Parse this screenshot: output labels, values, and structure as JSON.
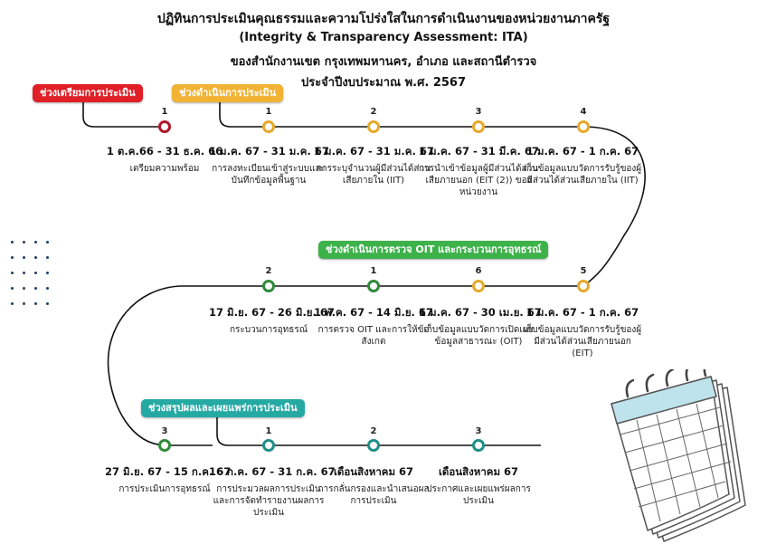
{
  "header": {
    "line1": "ปฏิทินการประเมินคุณธรรมและความโปร่งใสในการดำเนินงานของหน่วยงานภาครัฐ",
    "line2": "(Integrity & Transparency Assessment: ITA)",
    "line3": "ของสำนักงานเขต กรุงเทพมหานคร, อำเภอ และสถานีตำรวจ",
    "line4": "ประจำปีงบประมาณ พ.ศ. 2567"
  },
  "phases": {
    "prep": {
      "label": "ช่วงเตรียมการประเมิน",
      "color": "#e01f26"
    },
    "exec": {
      "label": "ช่วงดำเนินการประเมิน",
      "color": "#f2b233"
    },
    "check": {
      "label": "ช่วงดำเนินการตรวจ OIT และกระบวนการอุทธรณ์",
      "color": "#3db24a"
    },
    "summary": {
      "label": "ช่วงสรุปผลและเผยแพร่การประเมิน",
      "color": "#25a9a3"
    }
  },
  "stages": [
    {
      "num": "1",
      "date": "1 ต.ค.66 - 31 ธ.ค. 66",
      "desc": "เตรียมความพร้อม",
      "phase": "prep"
    },
    {
      "num": "1",
      "date": "1 ม.ค. 67 - 31 ม.ค. 67",
      "desc": "การลงทะเบียนเข้าสู่ระบบและบันทึกข้อมูลพื้นฐาน",
      "phase": "exec"
    },
    {
      "num": "2",
      "date": "1 ม.ค. 67 - 31 ม.ค. 67",
      "desc": "การระบุจำนวนผู้มีส่วนได้ส่วนเสียภายใน (IIT)",
      "phase": "exec"
    },
    {
      "num": "3",
      "date": "1 ม.ค. 67 - 31 มี.ค. 67",
      "desc": "การนำเข้าข้อมูลผู้มีส่วนได้ส่วนเสียภายนอก (EIT (2)) ของหน่วยงาน",
      "phase": "exec"
    },
    {
      "num": "4",
      "date": "1 ม.ค. 67 - 1 ก.ค. 67",
      "desc": "เก็บข้อมูลแบบวัดการรับรู้ของผู้มีส่วนได้ส่วนเสียภายใน (IIT)",
      "phase": "exec"
    },
    {
      "num": "5",
      "date": "1 ม.ค. 67 - 1 ก.ค. 67",
      "desc": "เก็บข้อมูลแบบวัดการรับรู้ของผู้มีส่วนได้ส่วนเสียภายนอก (EIT)",
      "phase": "exec"
    },
    {
      "num": "6",
      "date": "1 ม.ค. 67 - 30 เม.ย. 67",
      "desc": "เก็บข้อมูลแบบวัดการเปิดเผยข้อมูลสาธารณะ (OIT)",
      "phase": "exec"
    },
    {
      "num": "1",
      "date": "1 พ.ค. 67 - 14 มิ.ย. 67",
      "desc": "การตรวจ OIT และการให้ข้อสังเกต",
      "phase": "check"
    },
    {
      "num": "2",
      "date": "17 มิ.ย. 67 - 26 มิ.ย. 67",
      "desc": "กระบวนการอุทธรณ์",
      "phase": "check"
    },
    {
      "num": "3",
      "date": "27 มิ.ย. 67 - 15 ก.ค. 67",
      "desc": "การประเมินการอุทธรณ์",
      "phase": "check"
    },
    {
      "num": "1",
      "date": "16 ก.ค. 67 - 31 ก.ค. 67",
      "desc": "การประมวลผลการประเมิน และการจัดทำรายงานผลการประเมิน",
      "phase": "summary"
    },
    {
      "num": "2",
      "date": "เดือนสิงหาคม 67",
      "desc": "การกลั่นกรองและนำเสนอผลการประเมิน",
      "phase": "summary"
    },
    {
      "num": "3",
      "date": "เดือนสิงหาคม 67",
      "desc": "ประกาศและเผยแพร่ผลการประเมิน",
      "phase": "summary"
    }
  ]
}
